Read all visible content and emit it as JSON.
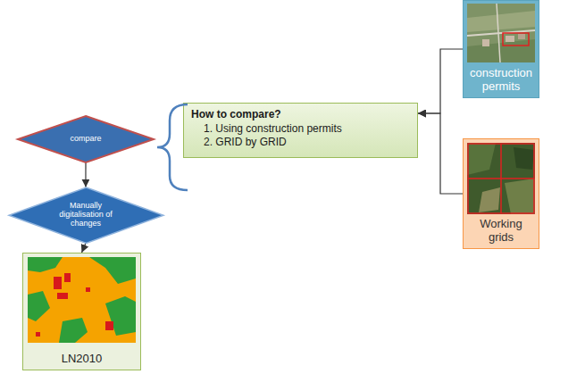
{
  "diagram": {
    "nodes": [
      {
        "text": [
          "compare"
        ]
      },
      {
        "text": [
          "Manually digitalisation of changes"
        ]
      },
      {
        "text": [
          "LN2010"
        ]
      },
      {
        "text": [
          "How to compare?",
          "1. Using construction permits",
          "2. GRID by GRID"
        ]
      },
      {
        "text": [
          "construction permits"
        ]
      },
      {
        "text": [
          "Working grids"
        ]
      }
    ],
    "edges": [
      {
        "from": 0,
        "to": 1,
        "arrow": "to"
      },
      {
        "from": 1,
        "to": 2,
        "arrow": "to"
      },
      {
        "from": 4,
        "to": 3,
        "arrow": "to"
      },
      {
        "from": 5,
        "to": 3,
        "arrow": "to"
      }
    ]
  }
}
